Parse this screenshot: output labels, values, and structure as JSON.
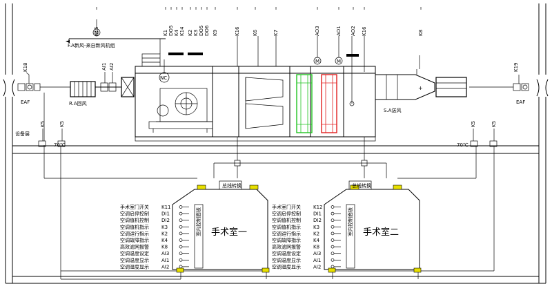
{
  "labels": {
    "fresh_air": "F.A新风-来自新风机组",
    "return_air": "R.A回风",
    "supply_air": "S.A送风",
    "equipment_floor": "设备层",
    "eaf_left": "EAF",
    "eaf_right": "EAF",
    "temp_left": "70℃",
    "temp_right": "70℃",
    "nc": "NC"
  },
  "top_tags": [
    "K15",
    "K1",
    "DO5",
    "K4",
    "K14",
    "K2",
    "K3",
    "DO5",
    "DO6",
    "K9",
    "K16",
    "K6",
    "K7",
    "AO3",
    "AO1",
    "AO2",
    "K16",
    "K8"
  ],
  "side_tags": {
    "k18": "K18",
    "k19": "K19",
    "ai1": "AI1",
    "ai2": "AI2",
    "k5a": "K5",
    "k5b": "K5",
    "k5c": "K5",
    "k5d": "K5"
  },
  "rooms": [
    {
      "name": "手术室一",
      "panel": "室内控制面板",
      "bus": "总线转换",
      "items": [
        {
          "label": "手术室门开关",
          "code": "K11"
        },
        {
          "label": "空调启停控制",
          "code": "DI1"
        },
        {
          "label": "空调值机控制",
          "code": "DI2"
        },
        {
          "label": "空调值机指示",
          "code": "K3"
        },
        {
          "label": "空调运行指示",
          "code": "K2"
        },
        {
          "label": "空调故障指示",
          "code": "K4"
        },
        {
          "label": "高效滤网报警",
          "code": "K8"
        },
        {
          "label": "空调温度设定",
          "code": "AI3"
        },
        {
          "label": "空调温度显示",
          "code": "AI1"
        },
        {
          "label": "空调湿度显示",
          "code": "AI2"
        }
      ]
    },
    {
      "name": "手术室二",
      "panel": "室内控制面板",
      "bus": "总线转换",
      "items": [
        {
          "label": "手术室门开关",
          "code": "K12"
        },
        {
          "label": "空调启停控制",
          "code": "DI1"
        },
        {
          "label": "空调值机控制",
          "code": "DI2"
        },
        {
          "label": "空调值机指示",
          "code": "K3"
        },
        {
          "label": "空调运行指示",
          "code": "K2"
        },
        {
          "label": "空调故障指示",
          "code": "K4"
        },
        {
          "label": "高效滤网报警",
          "code": "K8"
        },
        {
          "label": "空调温度设定",
          "code": "AI3"
        },
        {
          "label": "空调温度显示",
          "code": "AI1"
        },
        {
          "label": "空调湿度显示",
          "code": "AI2"
        }
      ]
    }
  ],
  "colors": {
    "cooling_coil": "#22c322",
    "heating_coil": "#e02020",
    "terminal": "#e8e000",
    "line": "#000000"
  }
}
